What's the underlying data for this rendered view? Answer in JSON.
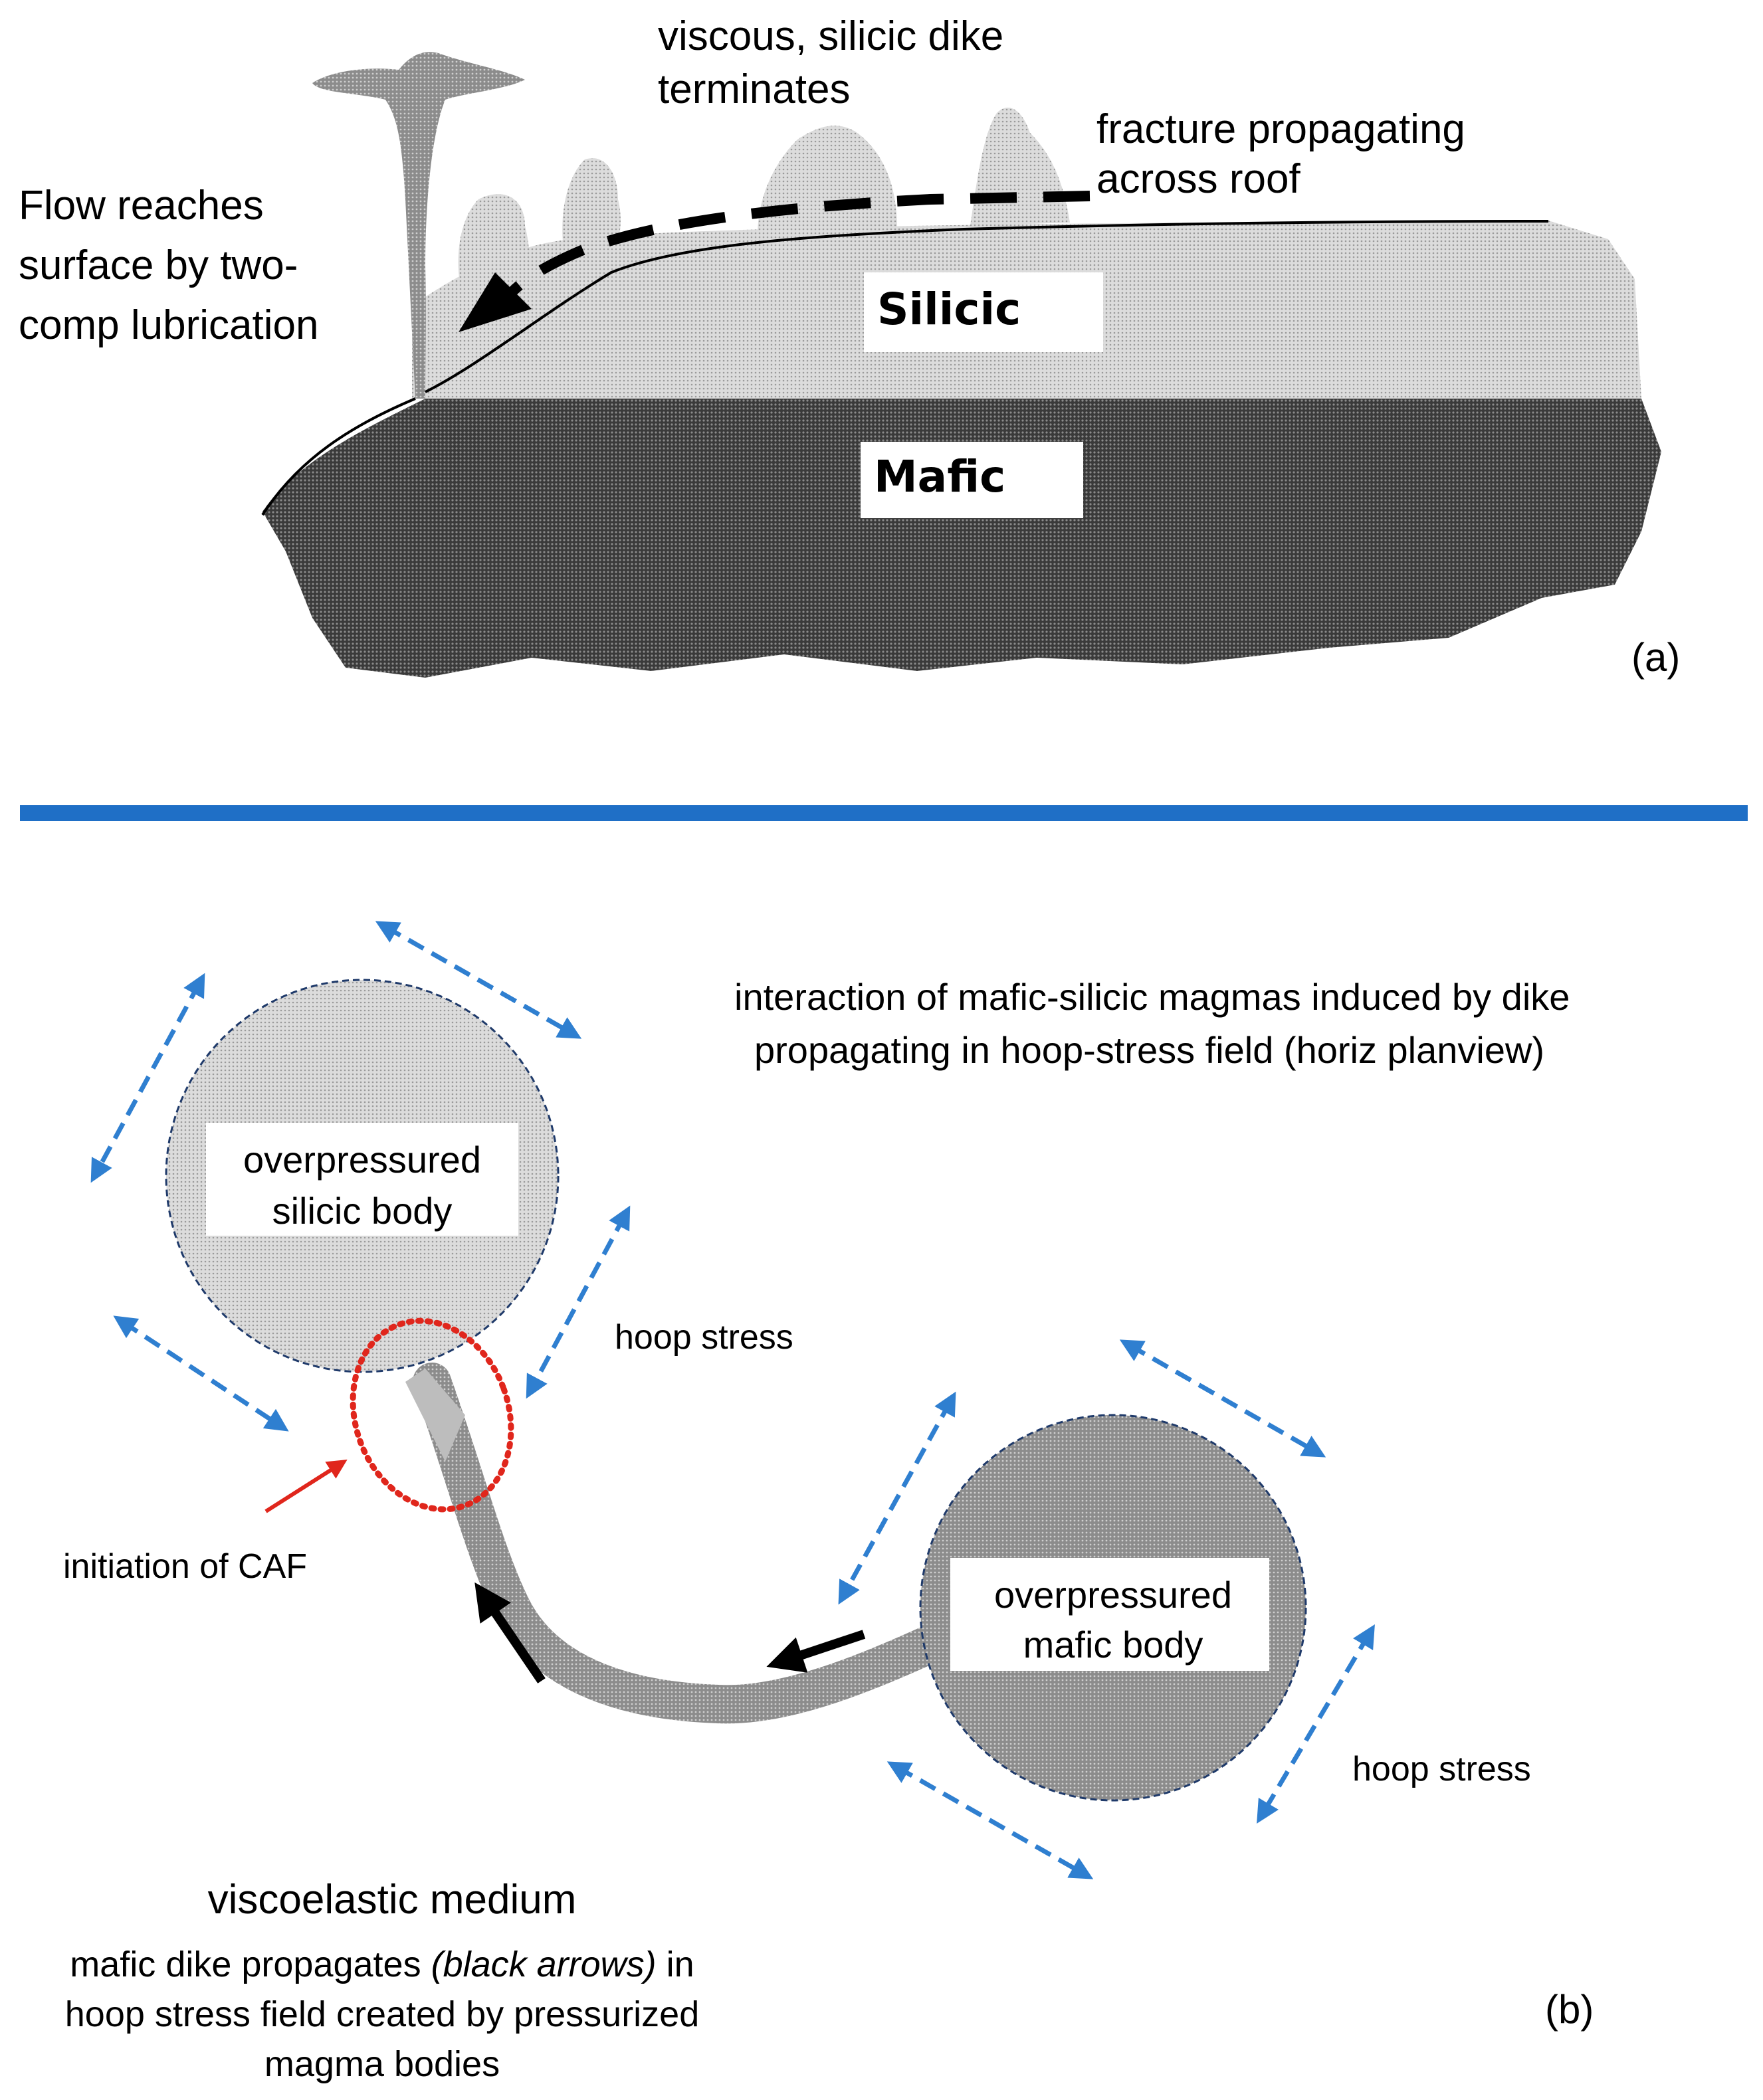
{
  "panel_a": {
    "flow_label": [
      "Flow reaches",
      "surface by two-",
      "comp lubrication"
    ],
    "dike_label": [
      "viscous, silicic dike",
      "terminates"
    ],
    "fracture_label": [
      "fracture propagating",
      "across roof"
    ],
    "silicic_label": "Silicic",
    "mafic_label": "Mafic",
    "panel_tag": "(a)"
  },
  "panel_b": {
    "title": [
      "interaction of mafic-silicic magmas induced by dike",
      "propagating in hoop-stress field  (horiz planview)"
    ],
    "silicic_body_label": [
      "overpressured",
      "silicic body"
    ],
    "mafic_body_label": [
      "overpressured",
      "mafic body"
    ],
    "hoop_stress_label_1": "hoop stress",
    "hoop_stress_label_2": "hoop stress",
    "caf_label": "initiation of CAF",
    "medium_label": "viscoelastic medium",
    "caption": {
      "line1_pre": "mafic dike propagates ",
      "line1_italic": "(black arrows)",
      "line1_post": " in",
      "line2": "hoop stress field created by pressurized",
      "line3": "magma bodies"
    },
    "panel_tag": "(b)"
  },
  "colors": {
    "divider": "#1f6fc6",
    "hoop_arrow": "#2f7fd0",
    "caf_ellipse": "#e0261c",
    "caf_arrow": "#e0261c",
    "silicic_fill": "#d2d2d2",
    "mafic_fill": "#5a5a5a"
  }
}
